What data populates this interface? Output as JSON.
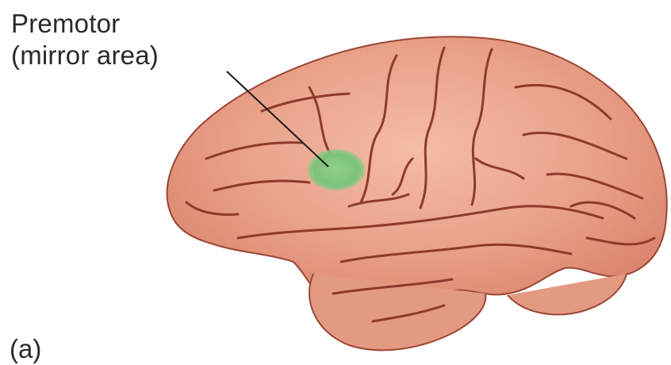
{
  "label": {
    "line1": "Premotor",
    "line2": "(mirror area)"
  },
  "panel_letter": "(a)",
  "colors": {
    "brain_fill": "#e69a80",
    "brain_highlight": "#f3b9a3",
    "sulcus": "#8e3a2a",
    "outline": "#9c4634",
    "mirror_area": "#7fc47c",
    "leader_line": "#1a1a1a"
  }
}
